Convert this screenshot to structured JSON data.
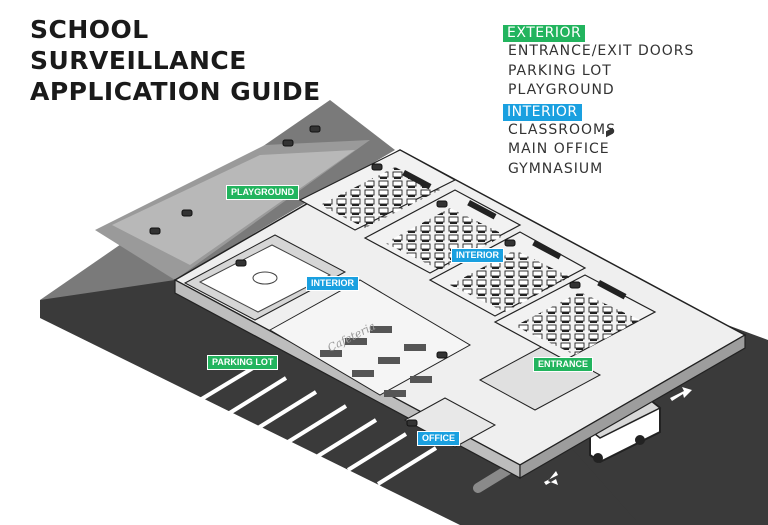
{
  "title": {
    "line1": "SCHOOL",
    "line2": "SURVEILLANCE",
    "line3": "APPLICATION GUIDE"
  },
  "legend": {
    "exterior": {
      "heading": "EXTERIOR",
      "items": [
        "ENTRANCE/EXIT DOORS",
        "PARKING LOT",
        "PLAYGROUND"
      ]
    },
    "interior": {
      "heading": "INTERIOR",
      "items": [
        "CLASSROOMS",
        "MAIN OFFICE",
        "GYMNASIUM"
      ]
    }
  },
  "labels": {
    "playground": "PLAYGROUND",
    "parking_lot": "PARKING LOT",
    "interior_gym": "INTERIOR",
    "interior_classrooms": "INTERIOR",
    "entrance": "ENTRANCE",
    "office": "OFFICE",
    "cafeteria": "Cafeteria"
  },
  "colors": {
    "exterior_tag": "#22b45e",
    "interior_tag": "#1aa0e0",
    "asphalt": "#3a3a3a",
    "roof_gray": "#8c8c8c"
  }
}
